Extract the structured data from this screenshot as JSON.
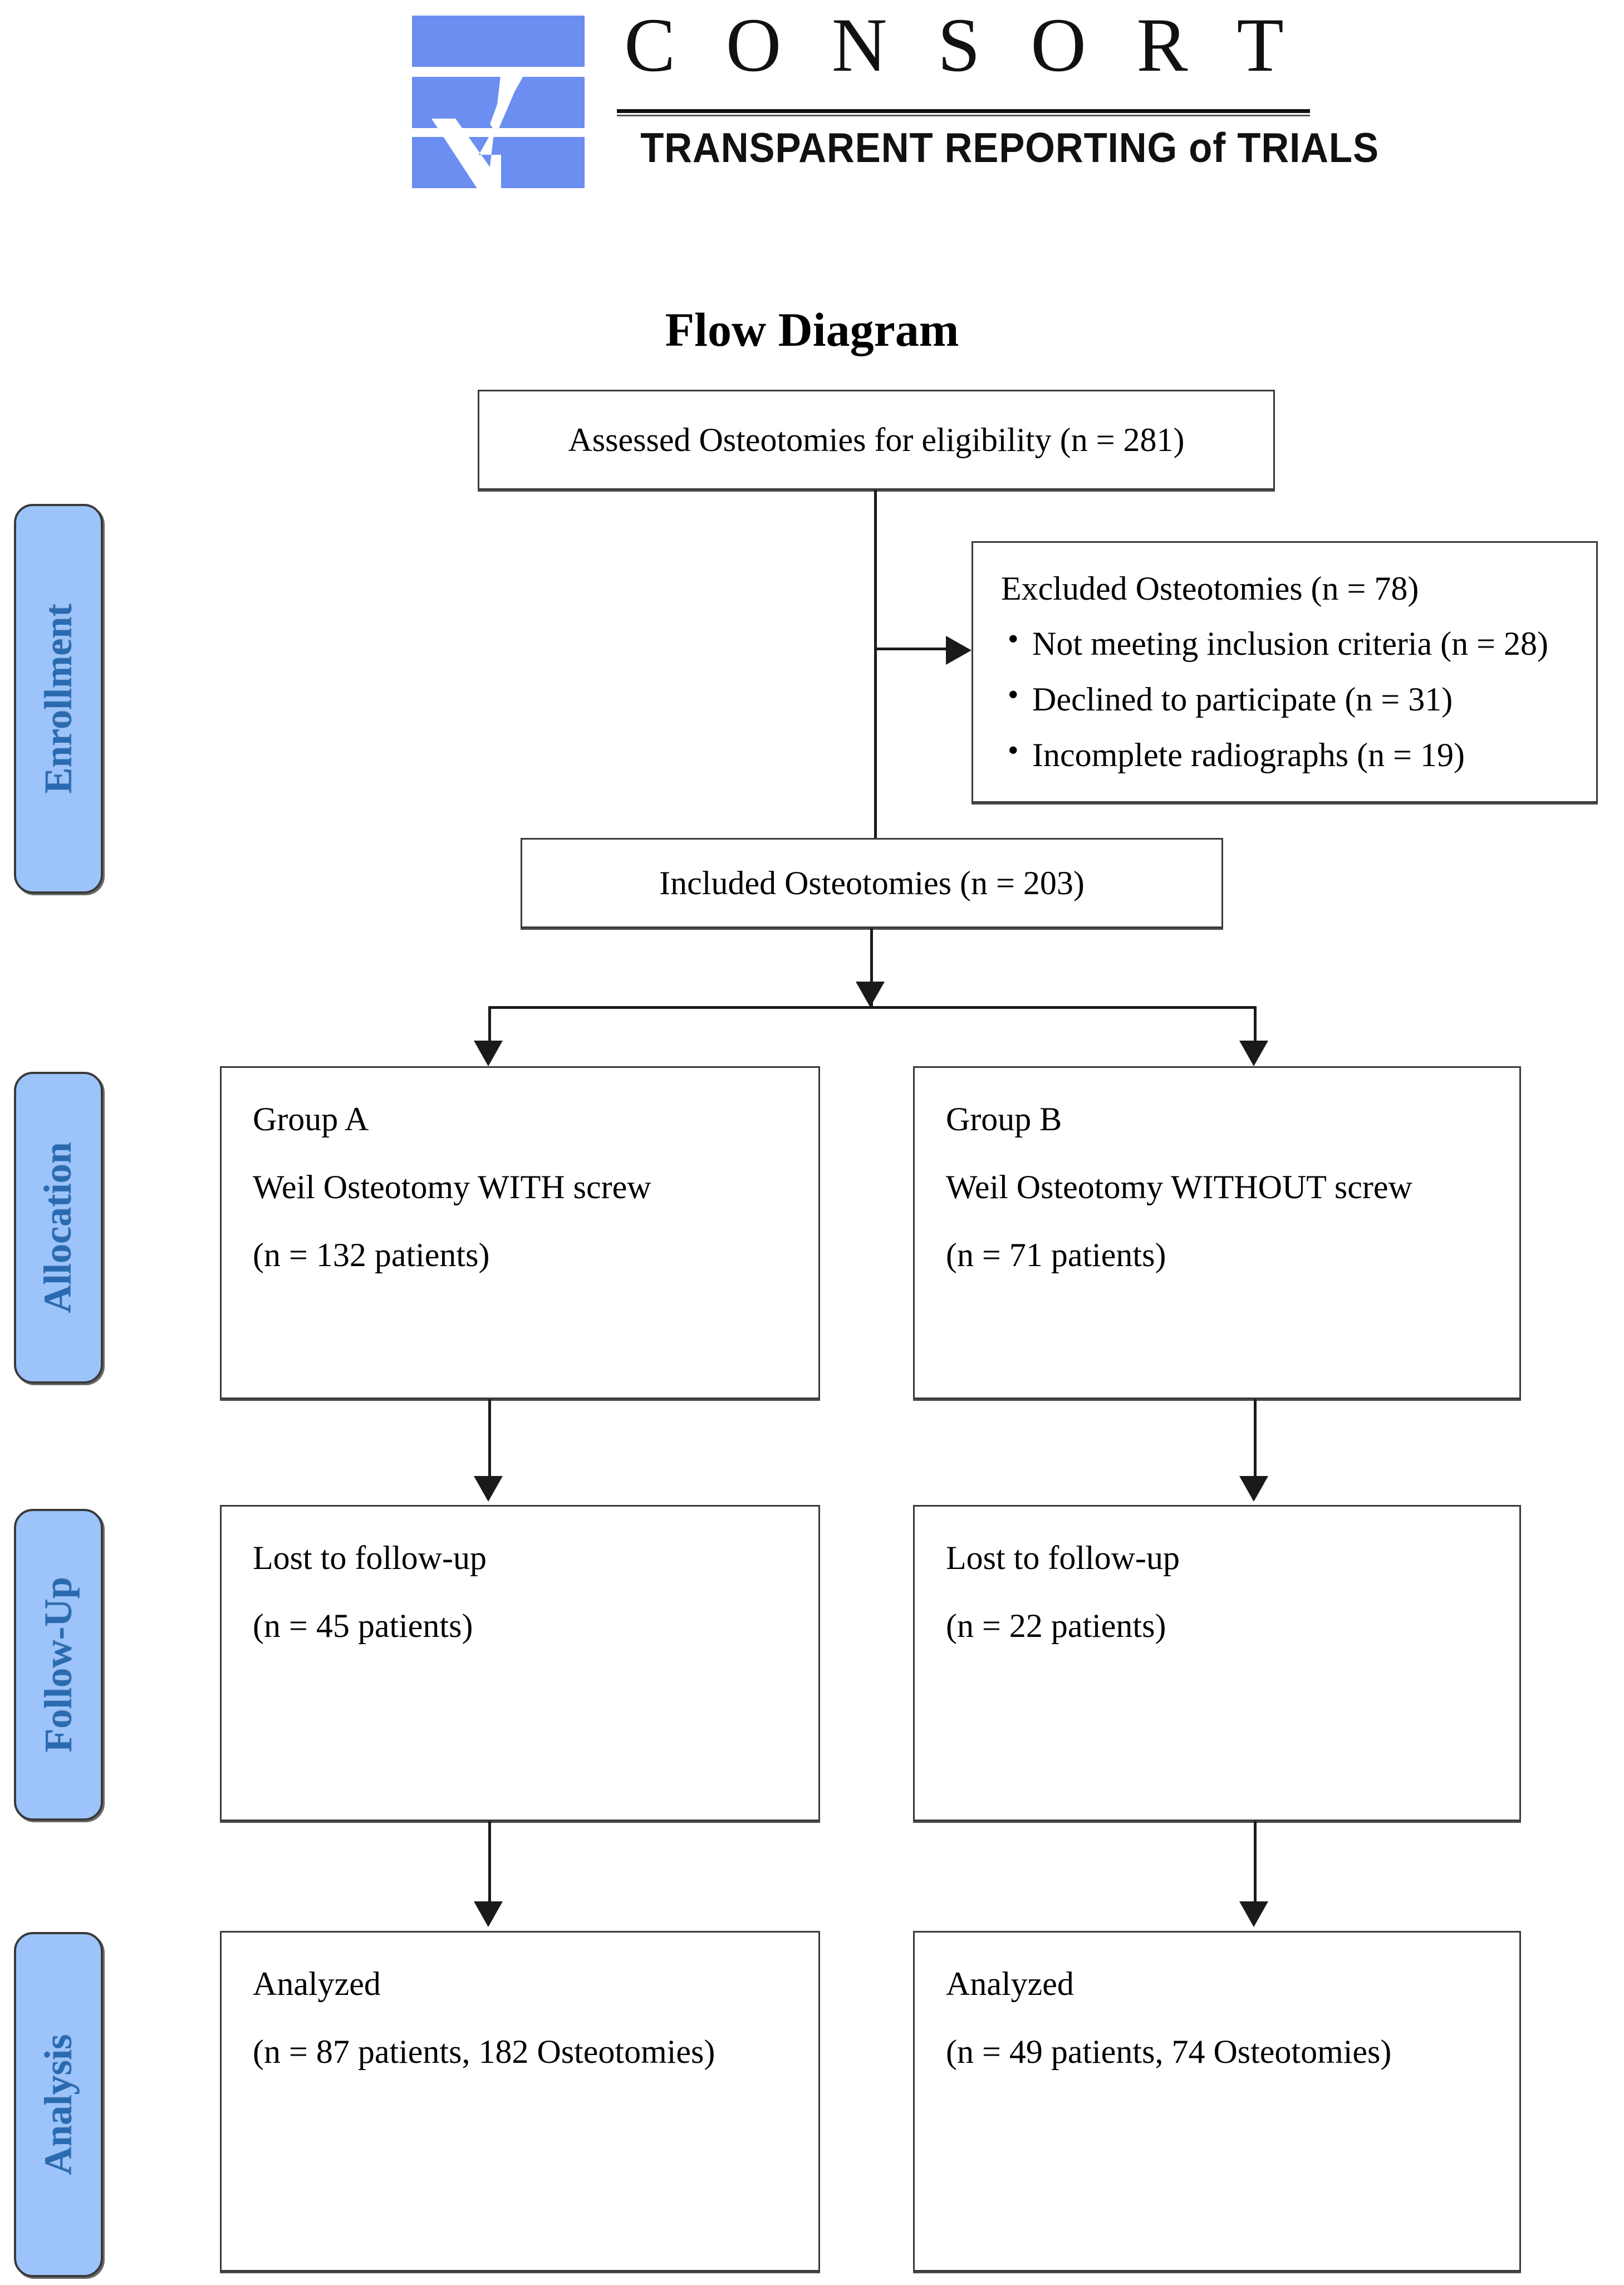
{
  "logo": {
    "wordmark": "C O N S O R T",
    "tagline": "TRANSPARENT REPORTING of TRIALS",
    "mark_color": "#6b8ef0"
  },
  "title": "Flow Diagram",
  "stage_labels": [
    {
      "name": "enrollment",
      "text": "Enrollment"
    },
    {
      "name": "allocation",
      "text": "Allocation"
    },
    {
      "name": "followup",
      "text": "Follow-Up"
    },
    {
      "name": "analysis",
      "text": "Analysis"
    }
  ],
  "stage_colors": {
    "fill": "#9cc4fa",
    "text": "#2a6ab0",
    "border": "#3a3a3a"
  },
  "nodes": {
    "assessed": {
      "text": "Assessed Osteotomies for eligibility (n = 281)"
    },
    "excluded": {
      "heading": "Excluded Osteotomies (n = 78)",
      "items": [
        "Not meeting inclusion criteria (n = 28)",
        "Declined to participate (n = 31)",
        "Incomplete radiographs (n = 19)"
      ]
    },
    "included": {
      "text": "Included Osteotomies (n = 203)"
    },
    "group_a": {
      "line1": "Group A",
      "line2": "Weil Osteotomy WITH screw",
      "line3": " (n = 132 patients)"
    },
    "group_b": {
      "line1": "Group B",
      "line2": "Weil Osteotomy WITHOUT screw",
      "line3": "(n = 71 patients)"
    },
    "lost_a": {
      "line1": "Lost to follow-up",
      "line2": "(n = 45 patients)"
    },
    "lost_b": {
      "line1": "Lost to follow-up",
      "line2": " (n = 22 patients)"
    },
    "analyzed_a": {
      "line1": "Analyzed",
      "line2": "(n = 87 patients, 182 Osteotomies)"
    },
    "analyzed_b": {
      "line1": "Analyzed",
      "line2": "(n = 49 patients, 74 Osteotomies)"
    }
  },
  "chart_data": {
    "type": "table",
    "title": "CONSORT Flow Diagram",
    "stages": [
      "Enrollment",
      "Allocation",
      "Follow-Up",
      "Analysis"
    ],
    "flow": [
      {
        "stage": "Enrollment",
        "label": "Assessed Osteotomies for eligibility",
        "n": 281,
        "unit": "osteotomies"
      },
      {
        "stage": "Enrollment",
        "label": "Excluded Osteotomies",
        "n": 78,
        "unit": "osteotomies",
        "reasons": [
          {
            "label": "Not meeting inclusion criteria",
            "n": 28
          },
          {
            "label": "Declined to participate",
            "n": 31
          },
          {
            "label": "Incomplete radiographs",
            "n": 19
          }
        ]
      },
      {
        "stage": "Enrollment",
        "label": "Included Osteotomies",
        "n": 203,
        "unit": "osteotomies"
      },
      {
        "stage": "Allocation",
        "label": "Group A - Weil Osteotomy WITH screw",
        "n": 132,
        "unit": "patients"
      },
      {
        "stage": "Allocation",
        "label": "Group B - Weil Osteotomy WITHOUT screw",
        "n": 71,
        "unit": "patients"
      },
      {
        "stage": "Follow-Up",
        "label": "Group A lost to follow-up",
        "n": 45,
        "unit": "patients"
      },
      {
        "stage": "Follow-Up",
        "label": "Group B lost to follow-up",
        "n": 22,
        "unit": "patients"
      },
      {
        "stage": "Analysis",
        "label": "Group A analyzed",
        "n": 87,
        "unit": "patients",
        "osteotomies": 182
      },
      {
        "stage": "Analysis",
        "label": "Group B analyzed",
        "n": 49,
        "unit": "patients",
        "osteotomies": 74
      }
    ]
  }
}
